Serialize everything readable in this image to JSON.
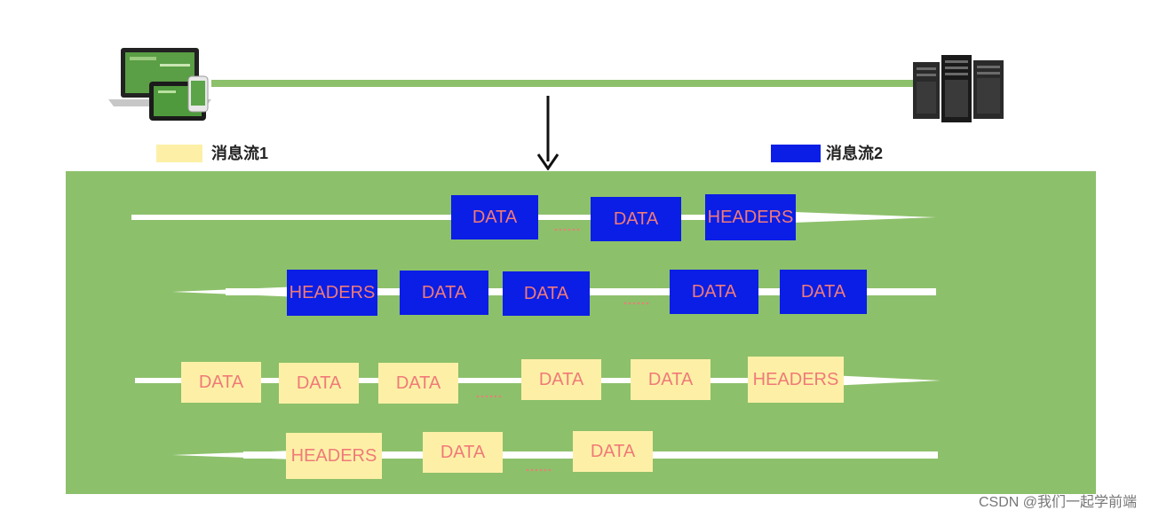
{
  "legend": [
    {
      "label": "消息流1",
      "color": "#fdf0a6"
    },
    {
      "label": "消息流2",
      "color": "#0a1ee6"
    }
  ],
  "icons": {
    "client": "devices-icon",
    "server": "server-rack-icon",
    "flow": "down-arrow-icon"
  },
  "colors": {
    "panel": "#8dc06b",
    "stream1": "#fdf0a6",
    "stream2": "#0a1ee6",
    "frame_text": "#f07a78"
  },
  "streams": [
    {
      "stream": 2,
      "direction": "to-server",
      "frames": [
        "DATA",
        "DATA",
        "HEADERS"
      ],
      "gap_after": 0
    },
    {
      "stream": 2,
      "direction": "to-client",
      "frames": [
        "HEADERS",
        "DATA",
        "DATA",
        "DATA",
        "DATA"
      ],
      "gap_after": 2
    },
    {
      "stream": 1,
      "direction": "to-server",
      "frames": [
        "DATA",
        "DATA",
        "DATA",
        "DATA",
        "DATA",
        "HEADERS"
      ],
      "gap_after": 2
    },
    {
      "stream": 1,
      "direction": "to-client",
      "frames": [
        "HEADERS",
        "DATA",
        "DATA"
      ],
      "gap_after": 1
    }
  ],
  "watermark": "CSDN @我们一起学前端"
}
